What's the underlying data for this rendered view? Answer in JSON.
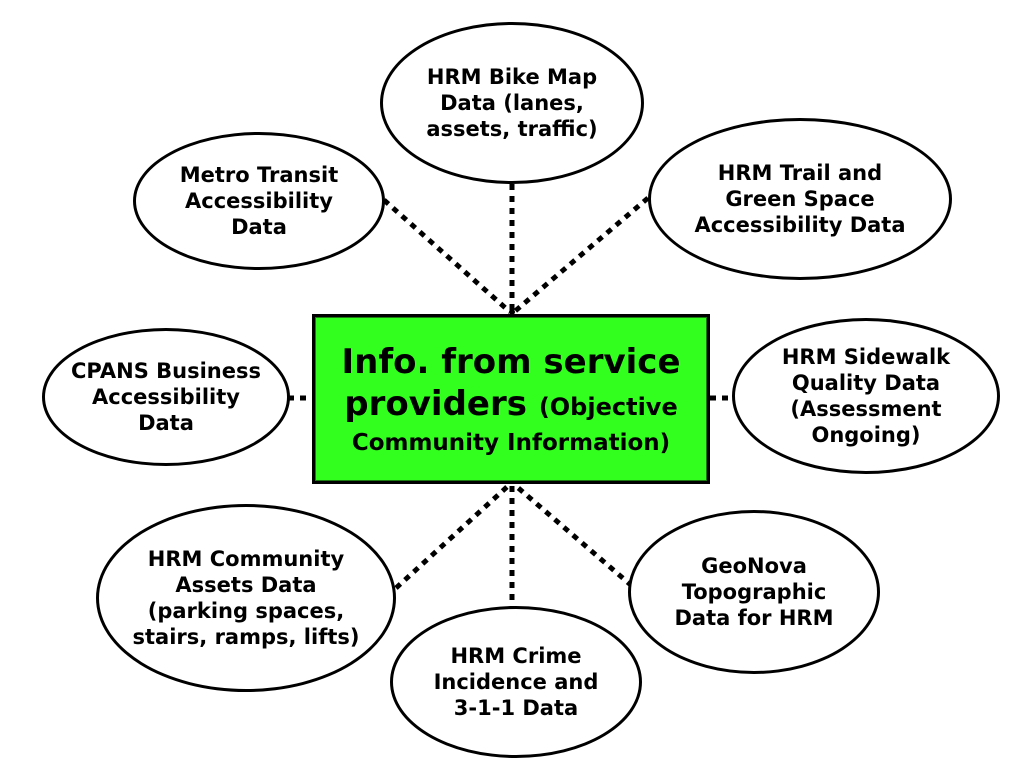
{
  "center": {
    "line1": "Info. from service",
    "line2_main": "providers",
    "line2_paren": "(Objective",
    "line3": "Community Information)"
  },
  "nodes": {
    "bike_map": "HRM Bike Map\nData (lanes,\nassets, traffic)",
    "metro_transit": "Metro Transit\nAccessibility\nData",
    "trail_green": "HRM Trail and\nGreen Space\nAccessibility Data",
    "cpans": "CPANS Business\nAccessibility\nData",
    "sidewalk": "HRM Sidewalk\nQuality Data\n(Assessment\nOngoing)",
    "community_assets": "HRM Community\nAssets Data\n(parking spaces,\nstairs, ramps, lifts)",
    "crime": "HRM Crime\nIncidence and\n3-1-1 Data",
    "geonova": "GeoNova\nTopographic\nData for HRM"
  },
  "colors": {
    "center_fill": "#33ff1f",
    "stroke": "#000000"
  }
}
